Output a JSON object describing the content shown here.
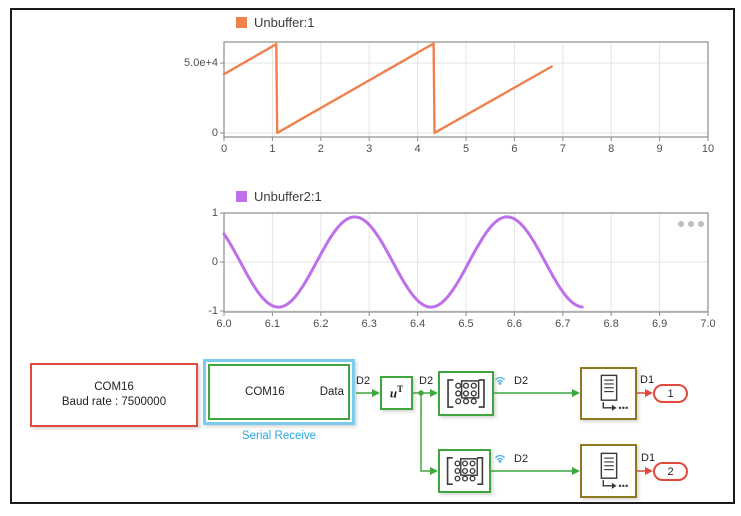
{
  "chart_data": [
    {
      "type": "line",
      "title": "Unbuffer:1",
      "legend": [
        "Unbuffer:1"
      ],
      "legend_position": "top-left",
      "line_color": "#F0804C",
      "xlim": [
        0,
        10
      ],
      "ylim": [
        -2900,
        65000
      ],
      "grid": true,
      "xticks": [
        {
          "value": 0,
          "label": "0"
        },
        {
          "value": 1,
          "label": "1"
        },
        {
          "value": 2,
          "label": "2"
        },
        {
          "value": 3,
          "label": "3"
        },
        {
          "value": 4,
          "label": "4"
        },
        {
          "value": 5,
          "label": "5"
        },
        {
          "value": 6,
          "label": "6"
        },
        {
          "value": 7,
          "label": "7"
        },
        {
          "value": 8,
          "label": "8"
        },
        {
          "value": 9,
          "label": "9"
        },
        {
          "value": 10,
          "label": "10"
        }
      ],
      "yticks": [
        {
          "value": 0,
          "label": "0"
        },
        {
          "value": 50000,
          "label": "5.0e+4"
        }
      ],
      "points": [
        [
          0,
          42000
        ],
        [
          1.08,
          63500
        ],
        [
          1.1,
          0
        ],
        [
          4.33,
          63900
        ],
        [
          4.35,
          0
        ],
        [
          6.77,
          47500
        ]
      ]
    },
    {
      "type": "line",
      "title": "Unbuffer2:1",
      "legend": [
        "Unbuffer2:1"
      ],
      "legend_position": "top-left",
      "line_color": "#BE6FEA",
      "xlim": [
        6,
        7
      ],
      "ylim": [
        -1.02,
        1.0
      ],
      "grid": true,
      "xticks": [
        {
          "value": 6.0,
          "label": "6.0"
        },
        {
          "value": 6.1,
          "label": "6.1"
        },
        {
          "value": 6.2,
          "label": "6.2"
        },
        {
          "value": 6.3,
          "label": "6.3"
        },
        {
          "value": 6.4,
          "label": "6.4"
        },
        {
          "value": 6.5,
          "label": "6.5"
        },
        {
          "value": 6.6,
          "label": "6.6"
        },
        {
          "value": 6.7,
          "label": "6.7"
        },
        {
          "value": 6.8,
          "label": "6.8"
        },
        {
          "value": 6.9,
          "label": "6.9"
        },
        {
          "value": 7.0,
          "label": "7.0"
        }
      ],
      "yticks": [
        {
          "value": 1,
          "label": "1"
        },
        {
          "value": 0,
          "label": "0"
        },
        {
          "value": -1,
          "label": "-1"
        }
      ],
      "signal": {
        "kind": "cosine",
        "amplitude": 0.92,
        "period": 0.315,
        "peak_x": 6.27,
        "x_start": 6.0,
        "x_end": 6.742,
        "sample_step": 0.004
      }
    }
  ],
  "diagram": {
    "colors": {
      "green": "#3FA63F",
      "red": "#E0493C",
      "olive": "#8E7A1E",
      "selection_cyan": "#7CCBEE",
      "label_cyan": "#29A8E0",
      "wifi_blue": "#58B6E8"
    },
    "icons": {
      "selector": "matrix-selector-icon",
      "unbuffer": "frame-to-samples-icon",
      "wifi": "streaming-badge-icon",
      "transpose": "u-transpose-icon",
      "scope_menu": "three-dots-menu-icon"
    },
    "config_block": {
      "line1": "COM16",
      "line2": "Baud rate : 7500000"
    },
    "serial_receive": {
      "name": "COM16",
      "port": "Data",
      "caption": "Serial Receive"
    },
    "transpose": {
      "base": "u",
      "sup": "T"
    },
    "signals": [
      {
        "label": "D2"
      },
      {
        "label": "D2"
      },
      {
        "label": "D2"
      },
      {
        "label": "D2"
      },
      {
        "label": "D1"
      },
      {
        "label": "D1"
      }
    ],
    "outports": [
      {
        "number": "1"
      },
      {
        "number": "2"
      }
    ]
  }
}
